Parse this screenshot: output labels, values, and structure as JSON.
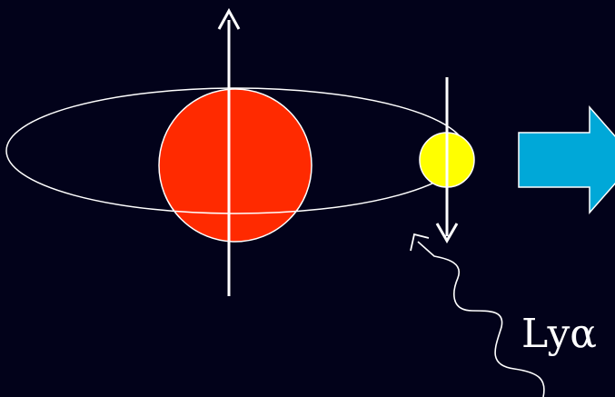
{
  "label": {
    "text": "Lyα"
  },
  "colors": {
    "background": "#02021a",
    "primary_body": "#ff2a00",
    "secondary_body": "#ffff00",
    "orbit_line": "#ffffff",
    "direction_arrow_fill": "#00a8d8",
    "direction_arrow_edge": "#ffffff"
  },
  "icons": {
    "orbit": "ellipse-orbit",
    "primary": "red-sphere",
    "secondary": "yellow-sphere",
    "up_axis": "up-arrow-icon",
    "down_axis": "down-arrow-icon",
    "photon_path": "wavy-arrow-icon",
    "direction": "block-arrow-right-icon"
  }
}
